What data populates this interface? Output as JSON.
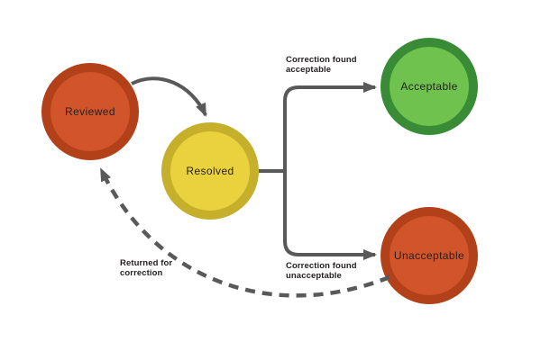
{
  "diagram": {
    "type": "state-flow-diagram",
    "background": "#ffffff",
    "arrow_color": "#595959",
    "label_color": "#231f20",
    "nodes": [
      {
        "id": "reviewed",
        "label": "Reviewed",
        "fill": "#d2542a",
        "ring": "#b24019"
      },
      {
        "id": "resolved",
        "label": "Resolved",
        "fill": "#e9d23e",
        "ring": "#c6af2b"
      },
      {
        "id": "acceptable",
        "label": "Acceptable",
        "fill": "#6ec24d",
        "ring": "#3a8b36"
      },
      {
        "id": "unacceptable",
        "label": "Unacceptable",
        "fill": "#d2542a",
        "ring": "#b24019"
      }
    ],
    "edges": [
      {
        "from": "Reviewed",
        "to": "Resolved",
        "label": "",
        "style": "solid"
      },
      {
        "from": "Resolved",
        "to": "Acceptable",
        "label": "Correction found acceptable",
        "style": "solid"
      },
      {
        "from": "Resolved",
        "to": "Unacceptable",
        "label": "Correction found unacceptable",
        "style": "solid"
      },
      {
        "from": "Unacceptable",
        "to": "Reviewed",
        "label": "Returned for correction",
        "style": "dashed"
      }
    ]
  }
}
